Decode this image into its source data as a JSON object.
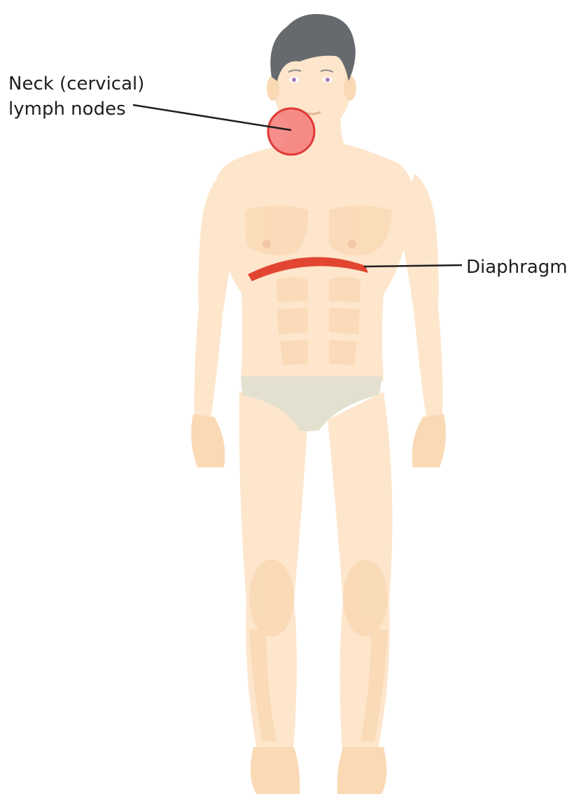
{
  "labels": {
    "neck_line1": "Neck (cervical)",
    "neck_line2": "lymph nodes",
    "diaphragm": "Diaphragm"
  },
  "colors": {
    "background": "#ffffff",
    "skin": "#fde6cc",
    "skin_shade": "#fad9b5",
    "hair": "#666a6e",
    "underwear": "#e3e0cf",
    "highlight_fill": "#f47a78",
    "highlight_stroke": "#e03a37",
    "diaphragm": "#e24632",
    "leader_line": "#1e1e1e",
    "text": "#1e1e1e"
  },
  "icons": [
    "lymph-node-highlight",
    "diaphragm-band",
    "human-figure"
  ]
}
